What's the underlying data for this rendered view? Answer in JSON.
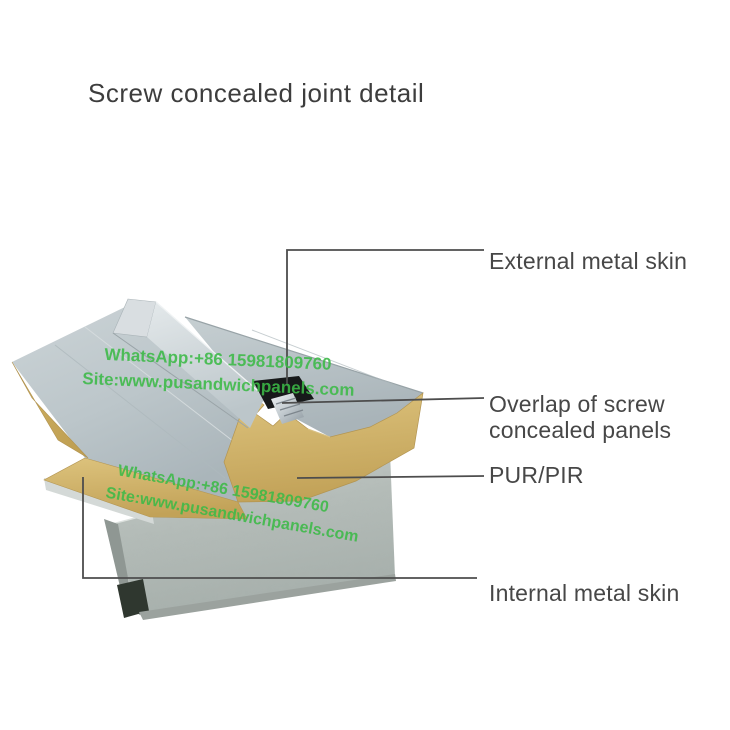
{
  "title": "Screw concealed joint detail",
  "diagram": {
    "watermark": {
      "line1": "WhatsApp:+86 15981809760",
      "line2": "Site:www.pusandwichpanels.com",
      "color": "#3cba47"
    },
    "callouts": {
      "external": "External metal skin",
      "overlap_line1": "Overlap of screw",
      "overlap_line2": "concealed panels",
      "core": "PUR/PIR",
      "internal": "Internal metal skin"
    },
    "colors": {
      "external_metal_skin": "#c3cccf",
      "foam_core_purpir": "#d2b76e",
      "purlin_steel": "#b5bcb8",
      "screw_recess": "#17191a",
      "leader_line": "#4d4d4d",
      "label_text": "#474747"
    }
  }
}
